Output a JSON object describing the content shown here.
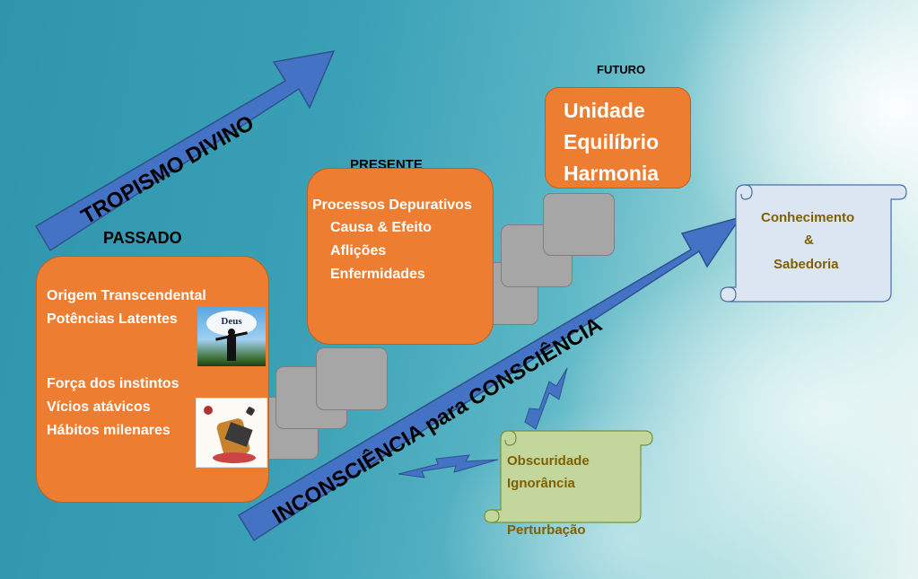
{
  "headers": {
    "futuro": "FUTURO",
    "presente": "PRESENTE",
    "passado": "PASSADO"
  },
  "arrows": {
    "tropismo": "TROPISMO DIVINO",
    "inconsciencia": "INCONSCIÊNCIA para CONSCIÊNCIA"
  },
  "passado_box": {
    "lines": [
      "Origem Transcendental",
      "Potências Latentes",
      "Força dos instintos",
      "Vícios atávicos",
      "Hábitos milenares"
    ]
  },
  "presente_box": {
    "lines": [
      "Processos Depurativos",
      "Causa & Efeito",
      "Aflições",
      "Enfermidades"
    ]
  },
  "futuro_box": {
    "lines": [
      "Unidade",
      "Equilíbrio",
      "Harmonia"
    ]
  },
  "scroll_top": {
    "lines": [
      "Conhecimento",
      "&",
      "Sabedoria"
    ]
  },
  "scroll_bottom": {
    "lines": [
      "Obscuridade",
      "Ignorância",
      "Perturbação"
    ]
  },
  "images": {
    "deus_label": "Deus"
  },
  "colors": {
    "orange": "#ed7d31",
    "arrow_blue": "#4472c4",
    "step_gray": "#a6a6a6",
    "scroll_blue": "#dce6f2",
    "scroll_green": "#c3d69b",
    "scroll_text": "#7f6000"
  }
}
